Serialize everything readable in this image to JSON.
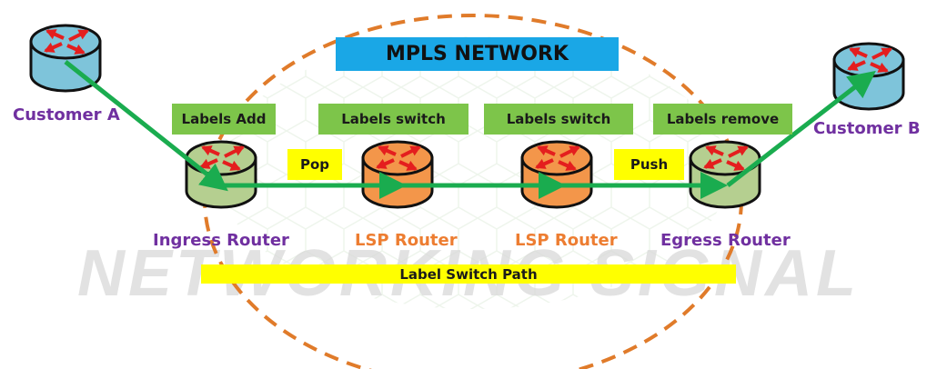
{
  "diagram": {
    "title": "MPLS NETWORK",
    "watermark": "NETWORKING SIGNAL",
    "path_label": "Label Switch Path",
    "colors": {
      "title_bg": "#1aa7e6",
      "label_green": "#7dc54a",
      "label_yellow": "#ffff00",
      "link_green": "#1aac4f",
      "boundary_orange": "#e07b2a",
      "customer_text": "#7030a0",
      "lsp_text": "#ed7d31",
      "edge_text": "#7030a0",
      "customer_router": "#7ec4da",
      "edge_router": "#b5cf90",
      "lsp_router": "#f3964a"
    },
    "nodes": [
      {
        "id": "customer-a",
        "label": "Customer A",
        "type": "customer"
      },
      {
        "id": "ingress",
        "label": "Ingress Router",
        "type": "edge"
      },
      {
        "id": "lsp-1",
        "label": "LSP Router",
        "type": "lsp"
      },
      {
        "id": "lsp-2",
        "label": "LSP Router",
        "type": "lsp"
      },
      {
        "id": "egress",
        "label": "Egress Router",
        "type": "edge"
      },
      {
        "id": "customer-b",
        "label": "Customer B",
        "type": "customer"
      }
    ],
    "operations": [
      {
        "label": "Labels Add"
      },
      {
        "label": "Labels switch"
      },
      {
        "label": "Labels switch"
      },
      {
        "label": "Labels remove"
      }
    ],
    "link_labels": [
      {
        "label": "Pop"
      },
      {
        "label": "Push"
      }
    ],
    "links": [
      {
        "from": "customer-a",
        "to": "ingress"
      },
      {
        "from": "ingress",
        "to": "lsp-1"
      },
      {
        "from": "lsp-1",
        "to": "lsp-2"
      },
      {
        "from": "lsp-2",
        "to": "egress"
      },
      {
        "from": "egress",
        "to": "customer-b"
      }
    ]
  }
}
